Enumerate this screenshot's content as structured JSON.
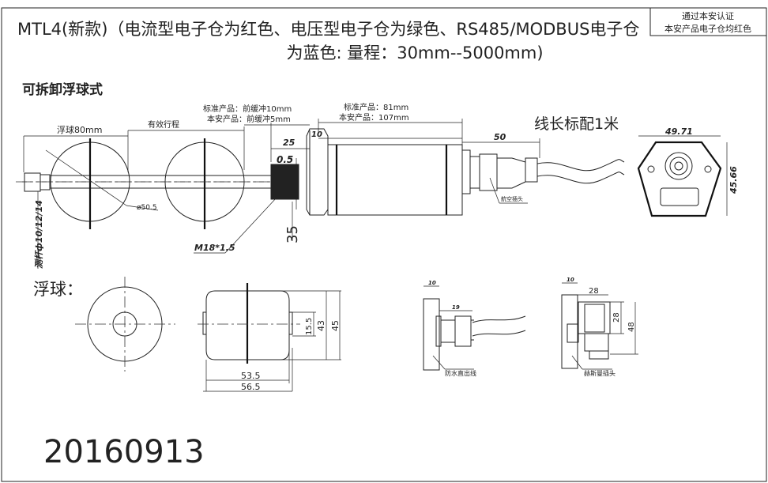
{
  "title": {
    "line1": "MTL4(新款)（电流型电子仓为红色、电压型电子仓为绿色、RS485/MODBUS电子仓",
    "line2": "为蓝色:  量程：30mm--5000mm)"
  },
  "badge": {
    "line1": "通过本安认证",
    "line2": "本安产品电子仓均红色"
  },
  "section_title": "可拆卸浮球式",
  "main_view": {
    "float_label": "浮球80mm",
    "effective_stroke": "有效行程",
    "buffer_standard": "标准产品：前缓冲10mm",
    "buffer_ia": "本安产品：前缓冲5mm",
    "length_standard": "标准产品：81mm",
    "length_ia": "本安产品：107mm",
    "dim_10": "10",
    "dim_25": "25",
    "dim_05": "0.5",
    "dim_35": "35",
    "dim_50": "50",
    "thread": "M18*1.5",
    "diameter": "ø50.5",
    "rod_label": "测杆ф10/12/14",
    "connector_label": "航空插头",
    "cable_note": "线长标配1米",
    "end_width": "49.71",
    "end_height": "45.66"
  },
  "float_section": {
    "label": "浮球：",
    "dim_155": "15.5",
    "dim_43": "43",
    "dim_45": "45",
    "dim_535": "53.5",
    "dim_565": "56.5"
  },
  "outlet_views": {
    "waterproof_dim_10": "10",
    "waterproof_dim_19": "19",
    "waterproof_label": "防水直出线",
    "din_dim_10": "10",
    "din_dim_28w": "28",
    "din_dim_28h": "28",
    "din_dim_48": "48",
    "din_label": "赫斯曼插头"
  },
  "date": "20160913"
}
